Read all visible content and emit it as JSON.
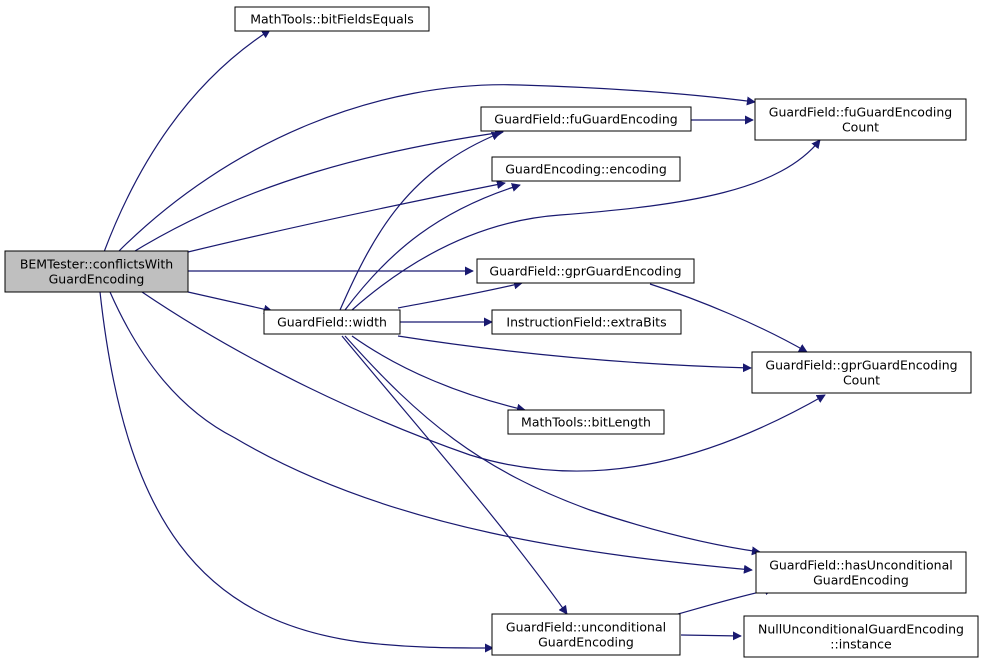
{
  "graph": {
    "colors": {
      "edge": "#191970",
      "node_border": "#000000",
      "node_fill": "#ffffff",
      "root_fill": "#bfbfbf"
    },
    "nodes": {
      "root": [
        "BEMTester::conflictsWith",
        "GuardEncoding"
      ],
      "bitFieldsEquals": [
        "MathTools::bitFieldsEquals"
      ],
      "fuGuardEncodingCount": [
        "GuardField::fuGuardEncoding",
        "Count"
      ],
      "fuGuardEncoding": [
        "GuardField::fuGuardEncoding"
      ],
      "encoding": [
        "GuardEncoding::encoding"
      ],
      "gprGuardEncoding": [
        "GuardField::gprGuardEncoding"
      ],
      "width": [
        "GuardField::width"
      ],
      "extraBits": [
        "InstructionField::extraBits"
      ],
      "gprGuardEncodingCount": [
        "GuardField::gprGuardEncoding",
        "Count"
      ],
      "bitLength": [
        "MathTools::bitLength"
      ],
      "hasUnconditional": [
        "GuardField::hasUnconditional",
        "GuardEncoding"
      ],
      "unconditional": [
        "GuardField::unconditional",
        "GuardEncoding"
      ],
      "nullInstance": [
        "NullUnconditionalGuardEncoding",
        "::instance"
      ]
    }
  }
}
